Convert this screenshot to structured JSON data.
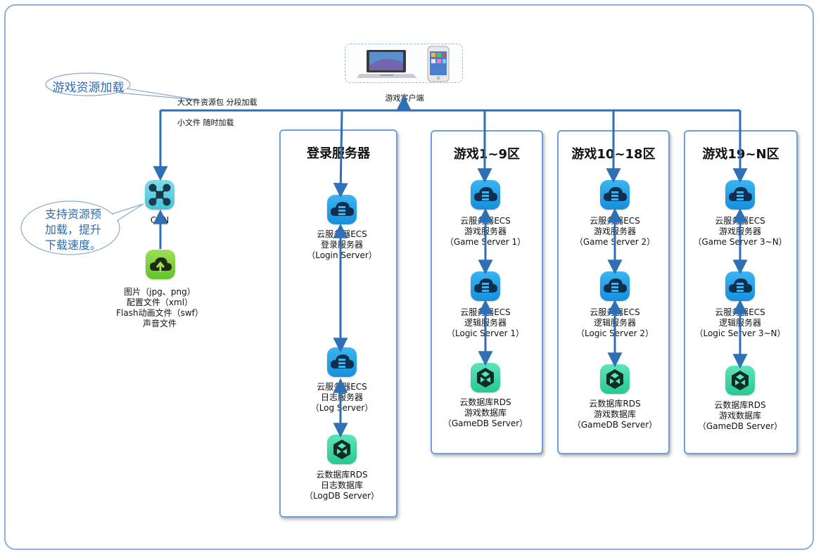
{
  "client": {
    "label": "游戏客户端"
  },
  "callouts": {
    "resource_loading": "游戏资源加载",
    "preload_lines": [
      "支持资源预",
      "加载，提升",
      "下载速度。"
    ]
  },
  "notes": {
    "large_files": "大文件资源包 分段加载",
    "small_files": "小文件 随时加载"
  },
  "cdn": {
    "label": "CDN",
    "resource_lines": [
      "图片（jpg、png）",
      "配置文件（xml）",
      "Flash动画文件（swf）",
      "声音文件"
    ]
  },
  "panels": [
    {
      "title": "登录服务器",
      "nodes": [
        {
          "type": "ecs",
          "lines": [
            "云服务器ECS",
            "登录服务器",
            "（Login Server）"
          ]
        },
        {
          "type": "ecs",
          "lines": [
            "云服务器ECS",
            "日志服务器",
            "（Log Server）"
          ]
        },
        {
          "type": "rds",
          "lines": [
            "云数据库RDS",
            "日志数据库",
            "（LogDB Server）"
          ]
        }
      ]
    },
    {
      "title": "游戏1~9区",
      "nodes": [
        {
          "type": "ecs",
          "lines": [
            "云服务器ECS",
            "游戏服务器",
            "（Game Server 1）"
          ]
        },
        {
          "type": "ecs",
          "lines": [
            "云服务器ECS",
            "逻辑服务器",
            "（Logic Server 1）"
          ]
        },
        {
          "type": "rds",
          "lines": [
            "云数据库RDS",
            "游戏数据库",
            "（GameDB Server）"
          ]
        }
      ]
    },
    {
      "title": "游戏10~18区",
      "nodes": [
        {
          "type": "ecs",
          "lines": [
            "云服务器ECS",
            "游戏服务器",
            "（Game Server 2）"
          ]
        },
        {
          "type": "ecs",
          "lines": [
            "云服务器ECS",
            "逻辑服务器",
            "（Logic Server 2）"
          ]
        },
        {
          "type": "rds",
          "lines": [
            "云数据库RDS",
            "游戏数据库",
            "（GameDB Server）"
          ]
        }
      ]
    },
    {
      "title": "游戏19~N区",
      "nodes": [
        {
          "type": "ecs",
          "lines": [
            "云服务器ECS",
            "游戏服务器",
            "（Game Server 3~N）"
          ]
        },
        {
          "type": "ecs",
          "lines": [
            "云服务器ECS",
            "逻辑服务器",
            "（Logic Server 3~N）"
          ]
        },
        {
          "type": "rds",
          "lines": [
            "云数据库RDS",
            "游戏数据库",
            "（GameDB Server）"
          ]
        }
      ]
    }
  ],
  "colors": {
    "wire": "#2e6fb5",
    "panel_border": "#6f9fd6",
    "callout_text": "#2e6bb0"
  },
  "icons": {
    "client": "laptop-and-phone-icon",
    "cdn": "network-hub-icon",
    "resources": "upload-cloud-icon",
    "ecs": "cloud-server-icon",
    "rds": "database-hexagon-icon"
  }
}
